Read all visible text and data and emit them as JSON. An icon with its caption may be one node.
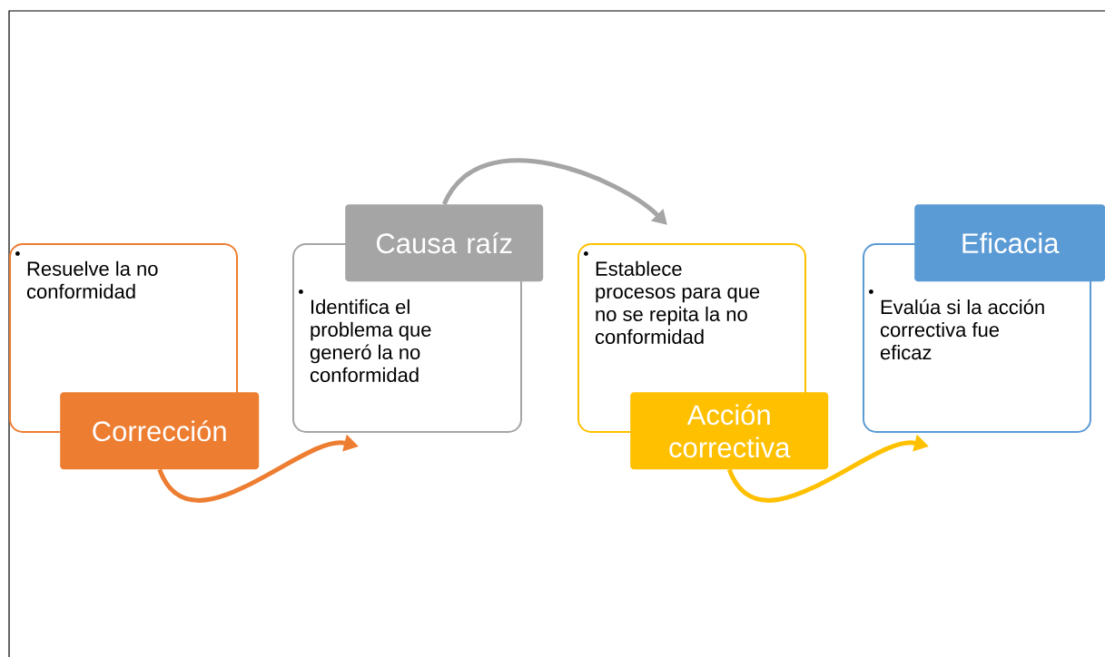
{
  "diagram": {
    "nodes": [
      {
        "text": [
          "Resuelve la no conformidad"
        ]
      },
      {
        "text": [
          "Corrección"
        ]
      },
      {
        "text": [
          "Causa raíz"
        ]
      },
      {
        "text": [
          "Identifica el problema que generó la no conformidad"
        ]
      },
      {
        "text": [
          "Establece procesos para que no se repita la no conformidad"
        ]
      },
      {
        "text": [
          "Acción correctiva"
        ]
      },
      {
        "text": [
          "Eficacia"
        ]
      },
      {
        "text": [
          "Evalúa si la acción correctiva fue eficaz"
        ]
      }
    ],
    "edges": [
      {
        "from": 1,
        "to": 3,
        "arrow": "to",
        "color": "#ed7d31"
      },
      {
        "from": 2,
        "to": 4,
        "arrow": "to",
        "color": "#a5a5a5"
      },
      {
        "from": 5,
        "to": 7,
        "arrow": "to",
        "color": "#ffc000"
      }
    ]
  }
}
